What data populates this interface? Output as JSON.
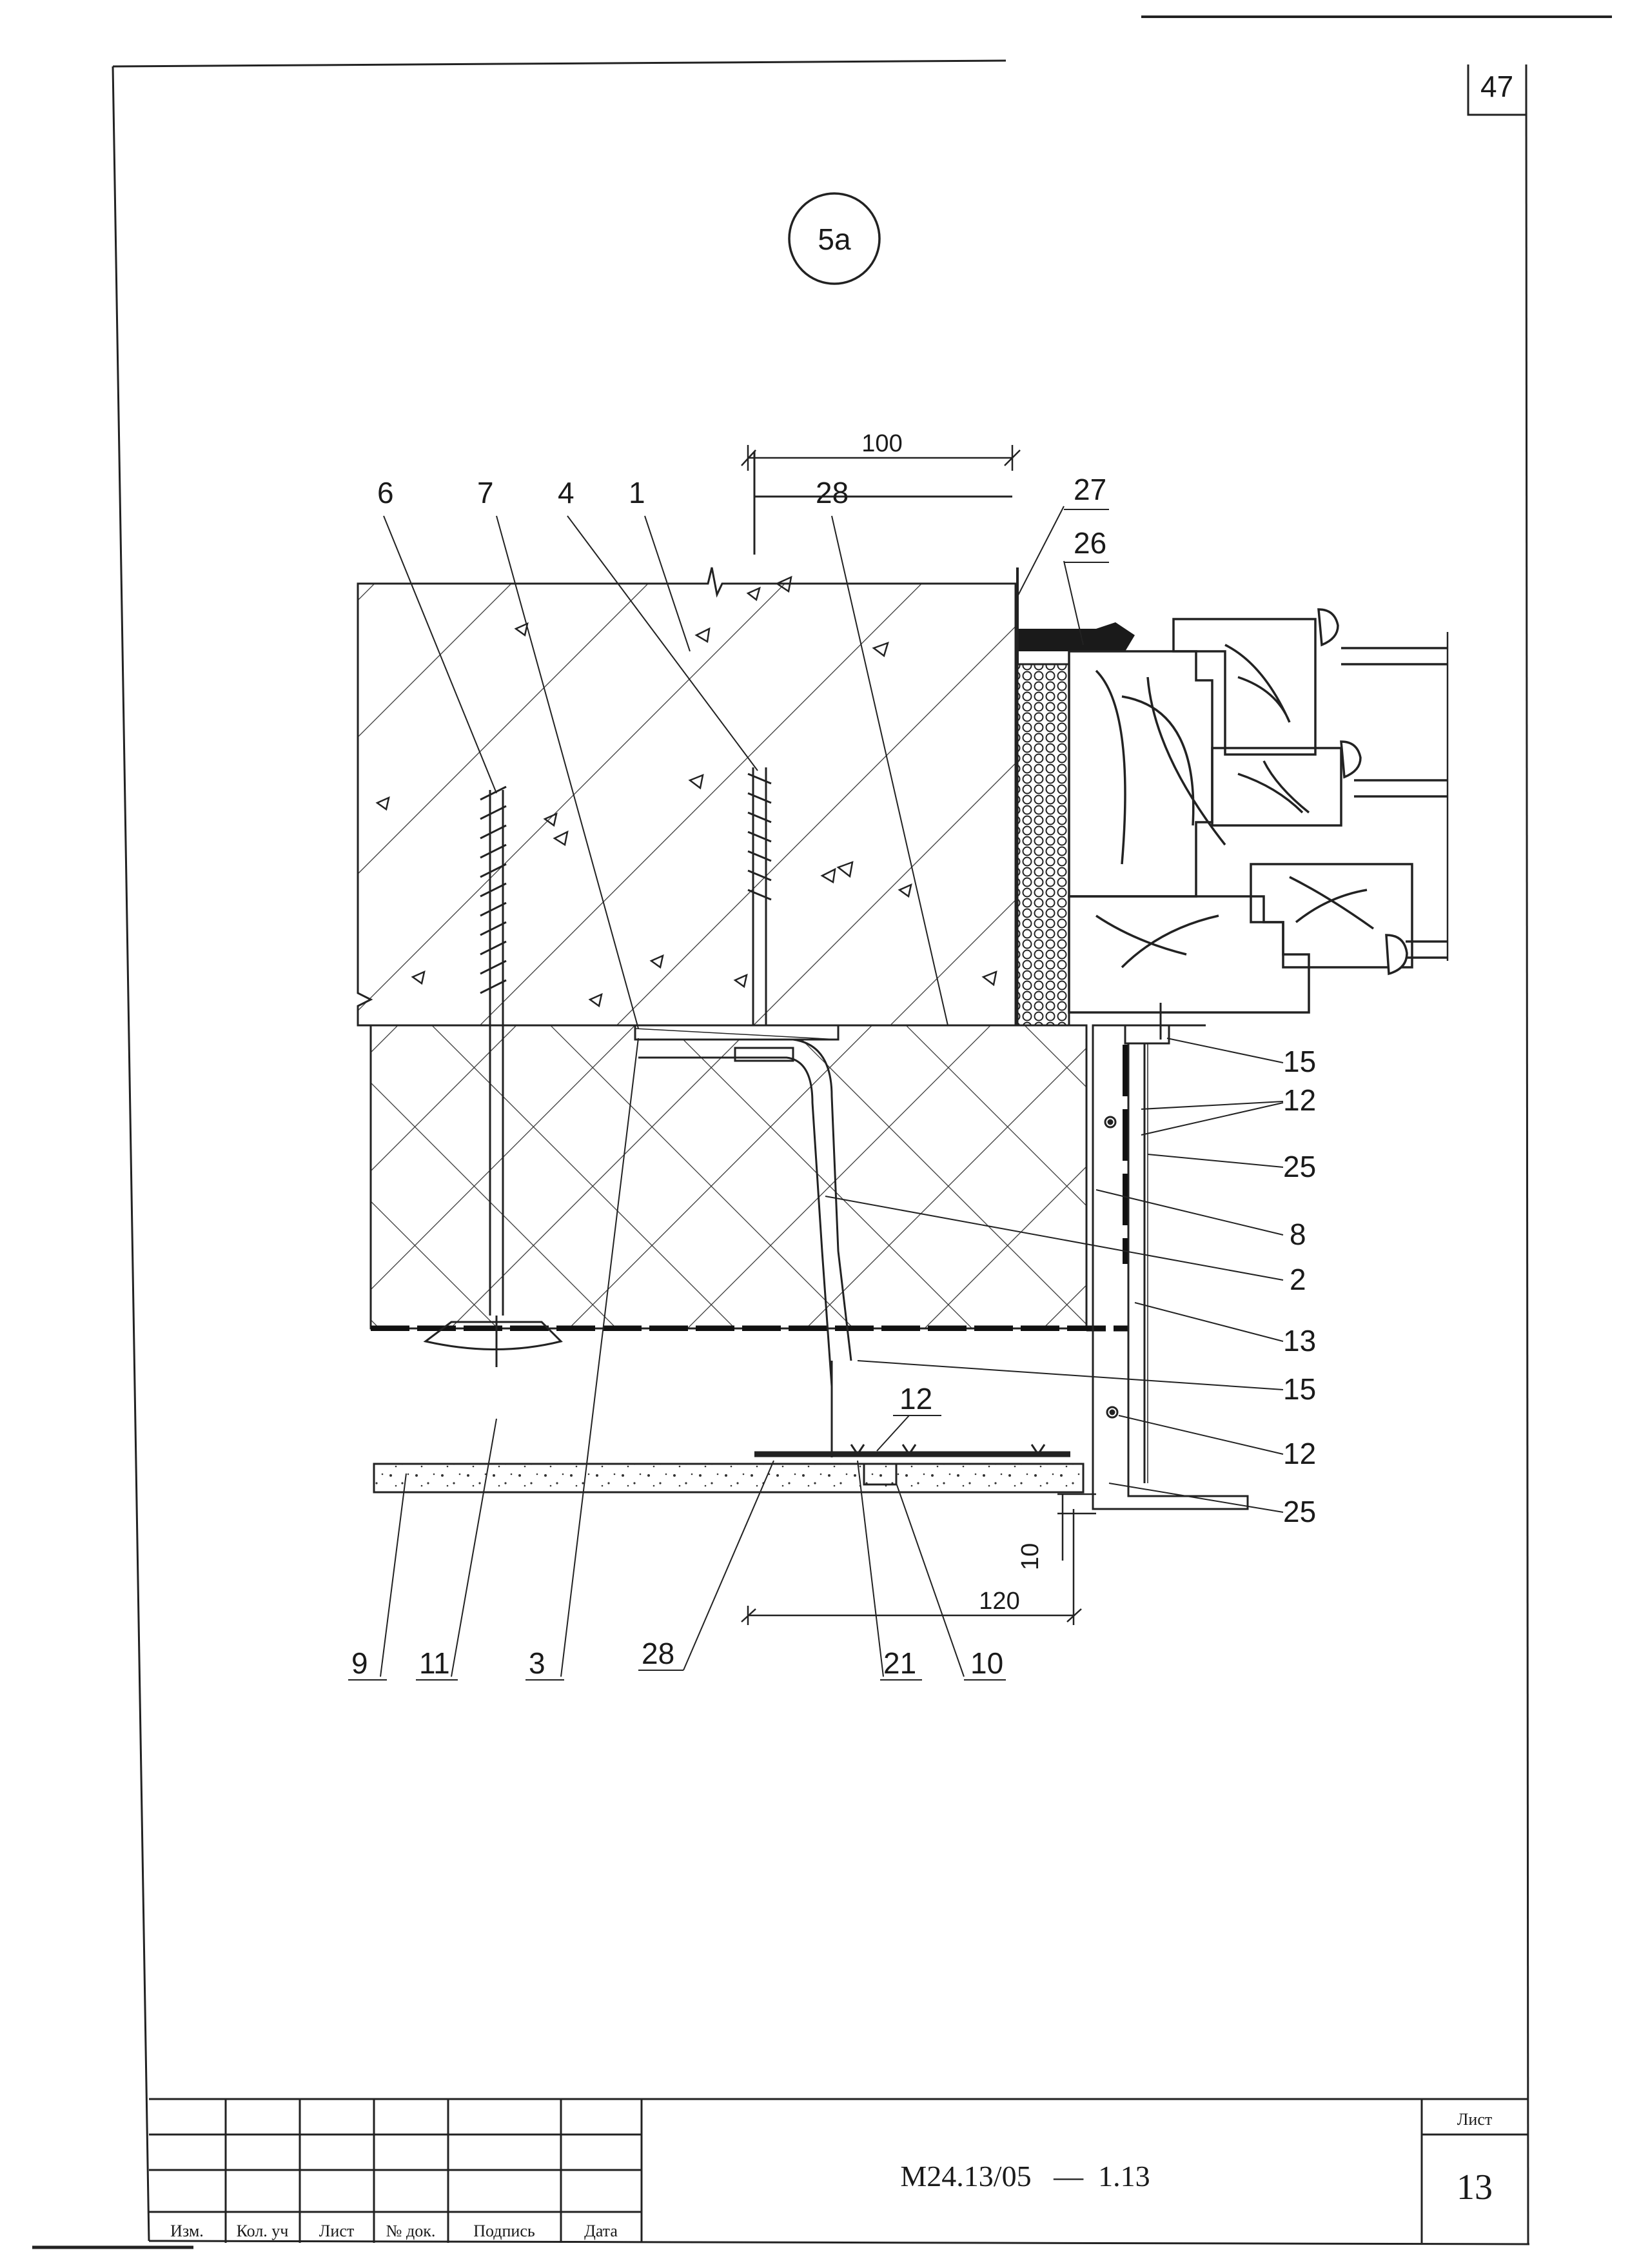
{
  "page_number": "47",
  "detail_marker": "5а",
  "callouts_top": [
    "6",
    "7",
    "4",
    "1",
    "28",
    "27",
    "26"
  ],
  "callouts_right": [
    "15",
    "12",
    "25",
    "8",
    "2",
    "13",
    "15",
    "12",
    "25"
  ],
  "callouts_bottom": [
    "9",
    "11",
    "3",
    "28",
    "21",
    "10"
  ],
  "callout_inline_12": "12",
  "dimensions": {
    "top": "100",
    "bottom": "120",
    "vertical": "10"
  },
  "title_block": {
    "columns": [
      "Изм.",
      "Кол. уч",
      "Лист",
      "№ док.",
      "Подпись",
      "Дата"
    ],
    "document_code": "М24.13/05   —  1.13",
    "sheet_label": "Лист",
    "sheet_number": "13"
  }
}
